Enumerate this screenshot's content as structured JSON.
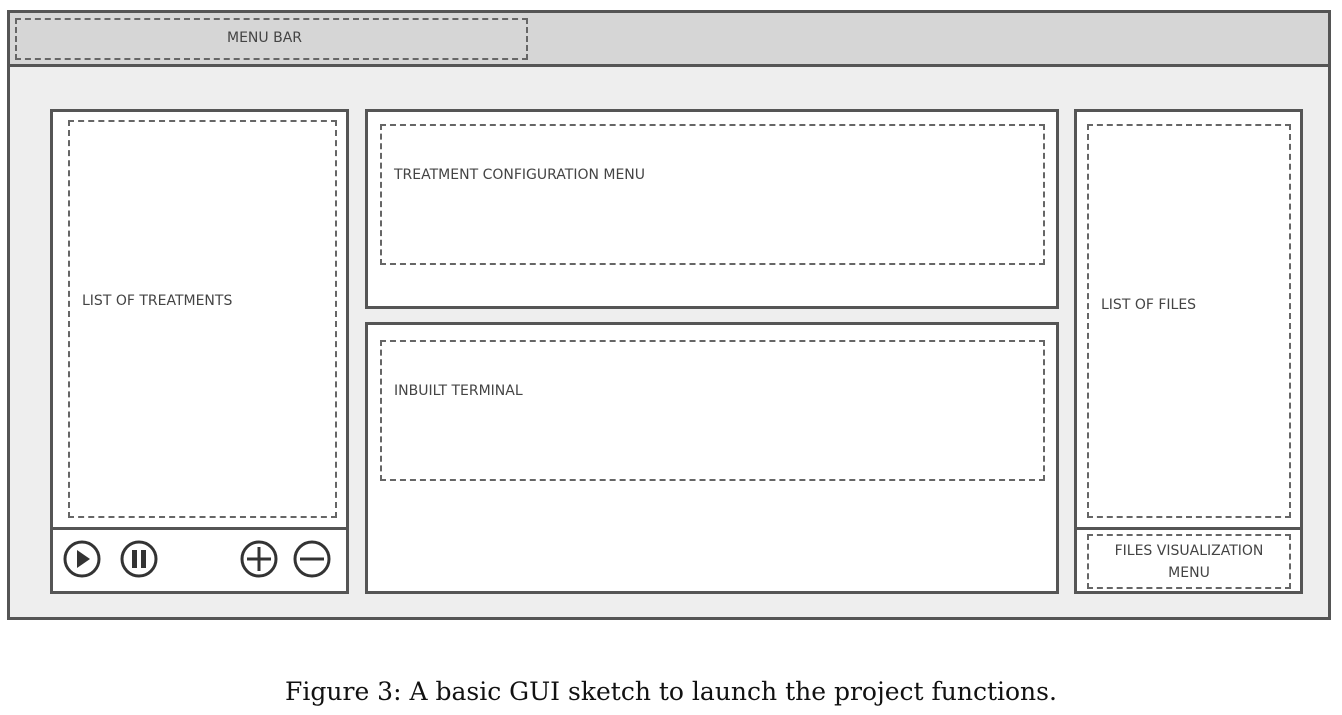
{
  "menu_bar": {
    "label": "MENU BAR"
  },
  "treatments_panel": {
    "label": "LIST OF TREATMENTS",
    "controls": [
      {
        "icon": "play-icon"
      },
      {
        "icon": "pause-icon"
      },
      {
        "icon": "plus-icon"
      },
      {
        "icon": "minus-icon"
      }
    ]
  },
  "config_panel": {
    "label": "TREATMENT CONFIGURATION MENU"
  },
  "terminal_panel": {
    "label": "INBUILT TERMINAL"
  },
  "files_panel": {
    "label": "LIST OF FILES",
    "visualization_label_line1": "FILES VISUALIZATION",
    "visualization_label_line2": "MENU"
  },
  "caption": "Figure 3: A basic GUI sketch to launch the project functions."
}
